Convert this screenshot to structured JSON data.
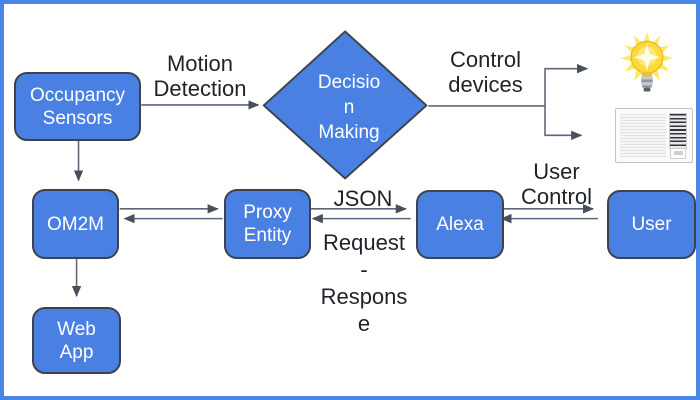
{
  "colors": {
    "frame_blue": "#4a86e8",
    "node_fill": "#4a80e2",
    "node_border": "#3d434d",
    "node_text": "#ffffff",
    "arrow_gray": "#5b6676",
    "label_text": "#1f2328",
    "bulb_yellow": "#ffd83b",
    "ac_grille_dark": "#31353b"
  },
  "nodes": {
    "occupancy_sensors": {
      "label": "Occupancy\nSensors"
    },
    "decision_making": {
      "label": "Decisio\nn\nMaking"
    },
    "om2m": {
      "label": "OM2M"
    },
    "proxy_entity": {
      "label": "Proxy\nEntity"
    },
    "alexa": {
      "label": "Alexa"
    },
    "user": {
      "label": "User"
    },
    "web_app": {
      "label": "Web\nApp"
    }
  },
  "edge_labels": {
    "motion_detection": "Motion\nDetection",
    "control_devices": "Control\ndevices",
    "json": "JSON",
    "request_response": "Request\n-\nRespons\ne",
    "user_control": "User\nControl"
  },
  "icons": {
    "light_bulb": "light-bulb-icon",
    "air_conditioner": "air-conditioner-icon"
  }
}
